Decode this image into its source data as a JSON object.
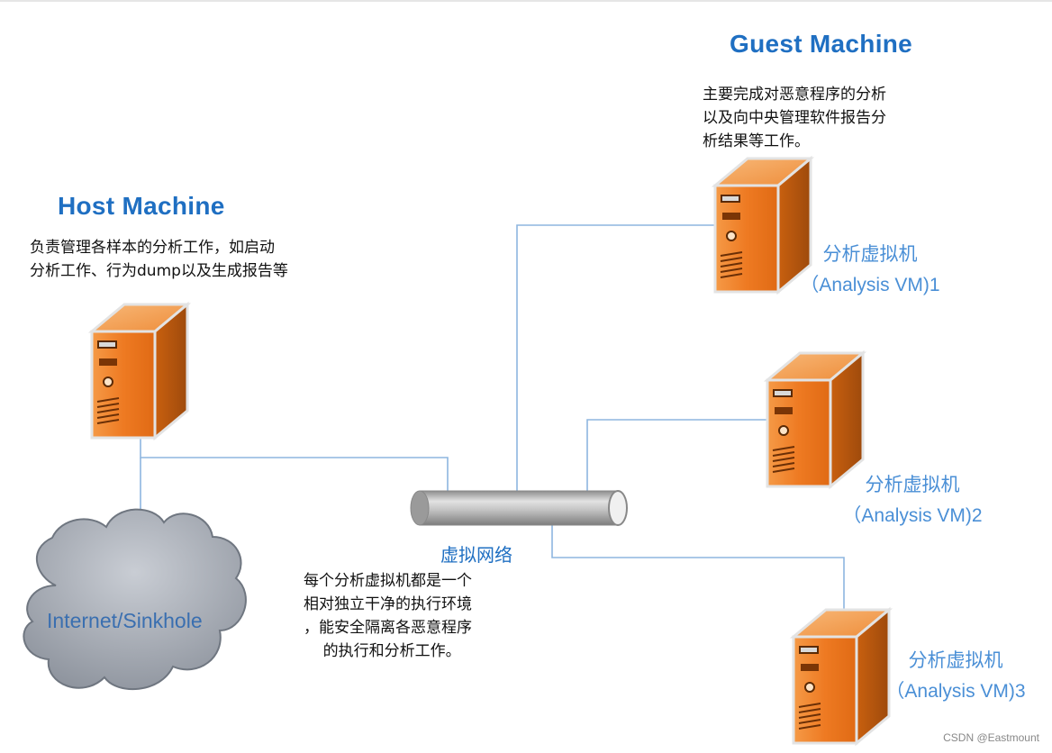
{
  "host": {
    "title": "Host Machine",
    "description": "负责管理各样本的分析工作，如启动\n分析工作、行为dump以及生成报告等"
  },
  "guest": {
    "title": "Guest Machine",
    "description": "主要完成对恶意程序的分析\n以及向中央管理软件报告分\n析结果等工作。"
  },
  "vms": [
    {
      "name": "分析虚拟机",
      "sub": "（Analysis VM)1"
    },
    {
      "name": "分析虚拟机",
      "sub": "（Analysis VM)2"
    },
    {
      "name": "分析虚拟机",
      "sub": "（Analysis VM)3"
    }
  ],
  "network": {
    "label": "虚拟网络",
    "description": "每个分析虚拟机都是一个\n相对独立干净的执行环境\n，能安全隔离各恶意程序\n    的执行和分析工作。"
  },
  "cloud": {
    "label": "Internet/Sinkhole"
  },
  "watermark": "CSDN @Eastmount",
  "colors": {
    "title": "#1f6fc2",
    "vm_label": "#4a8fd6",
    "server_front": "#ee7a22",
    "server_side": "#b9570f",
    "server_top": "#f6a860",
    "connector": "#8eb6df",
    "cloud": "#9aa0aa"
  }
}
